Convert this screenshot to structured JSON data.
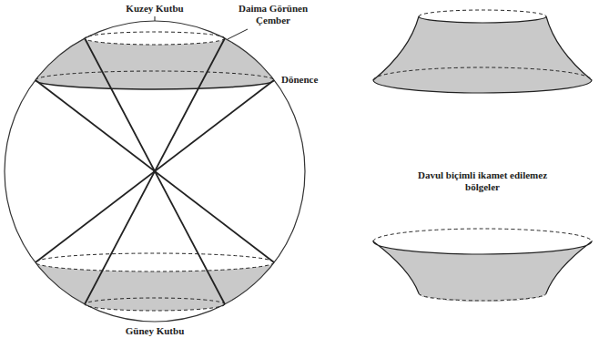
{
  "diagram": {
    "labels": [
      "Kuzey Kutbu",
      "Daima Görünen Çember",
      "Dönence",
      "Davul biçimli ikamet edilemez bölgeler",
      "Güney Kutbu"
    ]
  }
}
